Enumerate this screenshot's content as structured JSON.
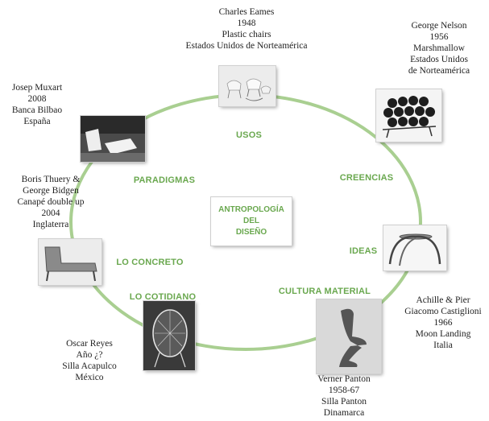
{
  "center": {
    "lines": [
      "ANTROPOLOGÍA",
      "DEL",
      "DISEÑO"
    ]
  },
  "nodes": [
    {
      "id": "usos",
      "label": "USOS"
    },
    {
      "id": "creencias",
      "label": "CREENCIAS"
    },
    {
      "id": "ideas",
      "label": "IDEAS"
    },
    {
      "id": "cultura-material",
      "label": "CULTURA MATERIAL"
    },
    {
      "id": "lo-cotidiano",
      "label": "LO COTIDIANO"
    },
    {
      "id": "lo-concreto",
      "label": "LO CONCRETO"
    },
    {
      "id": "paradigmas",
      "label": "PARADIGMAS"
    }
  ],
  "captions": [
    {
      "id": "eames",
      "lines": [
        "Charles Eames",
        "1948",
        "Plastic chairs",
        "Estados Unidos de Norteamérica"
      ]
    },
    {
      "id": "nelson",
      "lines": [
        "George Nelson",
        "1956",
        "Marshmallow",
        "Estados Unidos",
        "de Norteamérica"
      ]
    },
    {
      "id": "castiglioni",
      "lines": [
        "Achille & Pier",
        "Giacomo Castiglioni",
        "1966",
        "Moon Landing",
        "Italia"
      ]
    },
    {
      "id": "panton",
      "lines": [
        "Verner Panton",
        "1958-67",
        "Silla Panton",
        "Dinamarca"
      ]
    },
    {
      "id": "reyes",
      "lines": [
        "Oscar Reyes",
        "Año ¿?",
        "Silla Acapulco",
        "México"
      ]
    },
    {
      "id": "thuery",
      "lines": [
        "Boris Thuery &",
        "George Bidgen",
        "Canapé double up",
        "2004",
        "Inglaterra"
      ]
    },
    {
      "id": "muxart",
      "lines": [
        "Josep Muxart",
        "2008",
        "Banca Bilbao",
        "España"
      ]
    }
  ],
  "colors": {
    "ring": "#a9cf91",
    "label": "#6aa84f"
  }
}
